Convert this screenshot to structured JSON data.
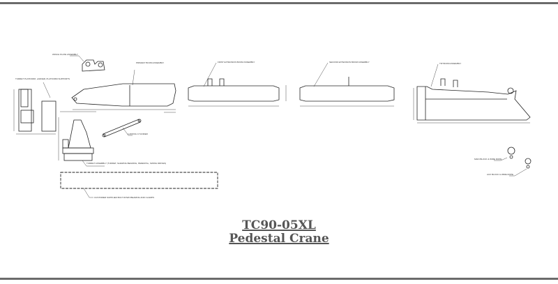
{
  "title": {
    "model": "TC90-05XL",
    "subtitle": "Pedestal Crane"
  },
  "labels": {
    "winch_plate": "WINCH PLATE ASSEMBLY",
    "turret_platform": "TURRET PLATFORM, LADDER, PLATFORM SUPPORTS",
    "primary_boom": "PRIMARY BOOM ASSEMBLY",
    "first_extension": "FIRST EXTENSION BOOM ASSEMBLY",
    "second_extension": "SECOND EXTENSION BOOM ASSEMBLY",
    "tip_boom": "TIP BOOM ASSEMBLY",
    "luffing_cylinder": "LUFFING CYLINDER",
    "turret_assembly": "TURRET ASSEMBLY (TURRET, SLEWING BEARING, PEDESTAL, SWING DRIVES)",
    "pedestal": "CUSTOMER SUPPLIED BOLT DOWN BEARING AND CLAMPS",
    "main_block": "MAIN BLOCK & WIRE ROPE",
    "aux_block": "AUX BLOCK & WIRE ROPE"
  }
}
